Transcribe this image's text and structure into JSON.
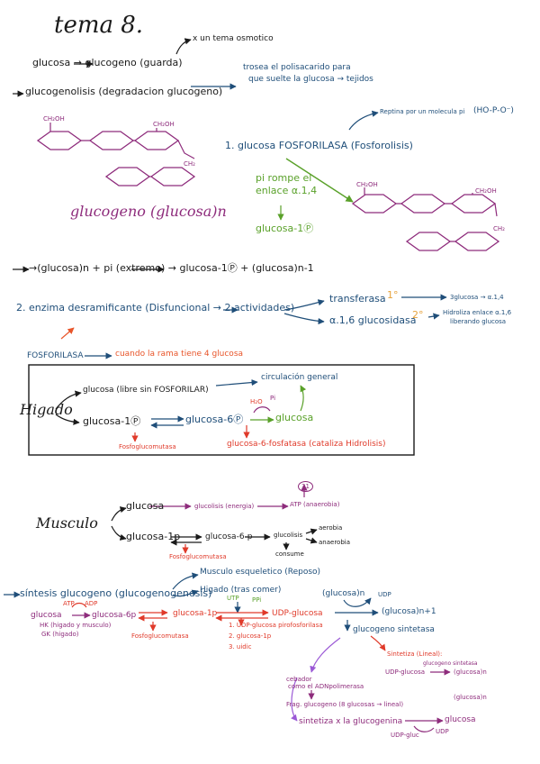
{
  "colors": {
    "ink": "#1a1a1a",
    "navy": "#1f4e79",
    "purple": "#8e2c7c",
    "green": "#5aa12a",
    "orange": "#e8552a",
    "red": "#e03a2a",
    "gold": "#e6a23c",
    "violet": "#9b59d6"
  },
  "title": "tema 8.",
  "top": {
    "chain": "glucosa → glucogeno (guarda)",
    "osmotic": "x un tema osmotico",
    "glycogenolysis": "glucogenolisis (degradacion glucogeno)",
    "breaks_line1": "trosea el polisacarido para",
    "breaks_line2": "que suelte la glucosa → tejidos"
  },
  "structure": {
    "ch2oh_1": "CH₂OH",
    "ch2oh_2": "CH₂OH",
    "ch2oh_3": "CH₂",
    "label": "glucogeno (glucosa)n"
  },
  "step1": {
    "title": "1. glucosa FOSFORILASA (Fosforolisis)",
    "replaces": "Reptina por un molecula pi",
    "phosphate": "(HO-P-O⁻)",
    "pi_breaks_1": "pi rompe el",
    "pi_breaks_2": "enlace α.1,4",
    "g1p": "glucosa-1Ⓟ",
    "ch2oh_a": "CH₂OH",
    "ch2oh_b": "CH₂OH",
    "ch2oh_c": "CH₂"
  },
  "reaction": "→(glucosa)n + pi (extremo) → glucosa-1Ⓟ + (glucosa)n-1",
  "step2": {
    "title": "2. enzima desramificante (Disfuncional → 2 actividades)",
    "transferase": "transferasa",
    "transferase_order": "1°",
    "transferase_result": "3glucosa → α.1,4",
    "glucosidase": "α.1,6 glucosidasa",
    "glucosidase_order": "2°",
    "glucosidase_result_1": "Hidroliza enlace α.1,6",
    "glucosidase_result_2": "liberando glucosa",
    "phosphorylase": "FOSFORILASA",
    "phosphorylase_note": "cuando la rama tiene 4 glucosa"
  },
  "liver": {
    "label": "Higado",
    "glucose_free": "glucosa (libre sin FOSFORILAR)",
    "circulation": "circulación general",
    "g1p": "glucosa-1Ⓟ",
    "g6p": "glucosa-6Ⓟ",
    "glucose": "glucosa",
    "h2o": "H₂O",
    "pi": "Pi",
    "phosphoglucomutase": "Fosfoglucomutasa",
    "g6pase": "glucosa-6-fosfatasa (cataliza Hidrolisis)"
  },
  "muscle": {
    "label": "Musculo",
    "glucose": "glucosa",
    "glycolysis": "glucolisis (energia)",
    "atp": "ATP (anaerobia)",
    "atp_count": "31",
    "g1p": "glucosa-1p",
    "g6p": "glucosa-6-p",
    "glycolysis2": "glucolisis",
    "consume": "consume",
    "aerobic": "aerobia",
    "anaerobic": "anaerobia",
    "phosphoglucomutase": "Fosfoglucomutasa"
  },
  "synthesis": {
    "title": "síntesis glucogeno (glucogenogenesis)",
    "skeletal": "Musculo esqueletico (Reposo)",
    "liver": "Higado (tras comer)",
    "utp": "UTP",
    "ppi": "PPi",
    "atp": "ATP",
    "adp": "ADP",
    "glucose": "glucosa",
    "g6p": "glucosa-6p",
    "hk": "HK (higado y musculo)",
    "gk": "GK (higado)",
    "g1p": "glucosa-1p",
    "phosphoglucomutase": "Fosfoglucomutasa",
    "udp_glucose": "UDP-glucosa",
    "steps": [
      "1. UDP-glucosa pirofosforilasa",
      "2. glucosa-1p",
      "3. uidic"
    ],
    "glucosa_n": "(glucosa)n",
    "udp": "UDP",
    "glucosa_n1": "(glucosa)n+1",
    "synthase": "glucogeno sintetasa",
    "synthesis_linear": "Sintetiza (Lineal):",
    "enzyme_small": "glucogeno sintetasa",
    "udp_glucose2": "UDP-glucosa",
    "glucosa_n_b": "(glucosa)n",
    "glucosa_n_c": "(glucosa)n",
    "cebador_1": "cebador",
    "cebador_2": "como el ADNpolimerasa",
    "frag": "Frag. glucogeno (8 glucosas → lineal)",
    "glycogenin": "sintetiza x la glucogenina",
    "glucosa_final": "glucosa",
    "udp_gluc": "UDP-gluc",
    "udp2": "UDP"
  }
}
